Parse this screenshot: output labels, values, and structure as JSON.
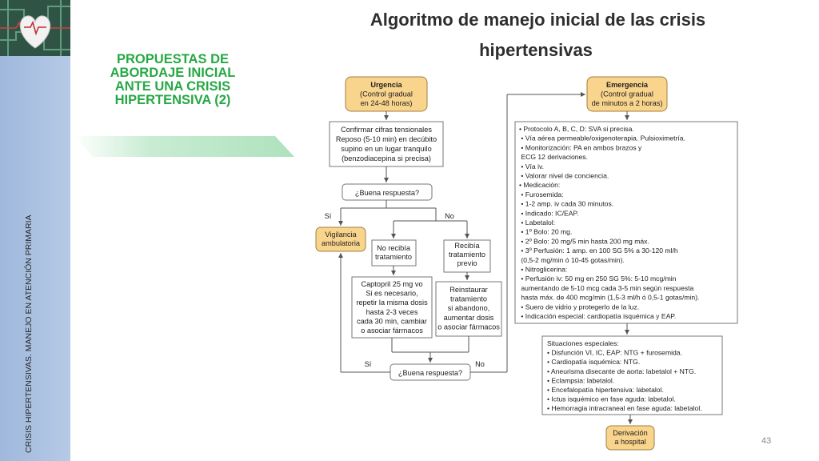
{
  "slide": {
    "title_line1": "Algoritmo de manejo inicial de las crisis",
    "title_line2": "hipertensivas",
    "subtitle": "PROPUESTAS DE ABORDAJE INICIAL ANTE UNA CRISIS HIPERTENSIVA (2)",
    "side_text": "CRISIS HIPERTENSIVAS. MANEJO EN ATENCIÓN PRIMARIA",
    "page_number": "43"
  },
  "flowchart": {
    "urgencia": [
      "Urgencia",
      "(Control gradual",
      "en 24-48 horas)"
    ],
    "confirmar": [
      "Confirmar cifras tensionales",
      "Reposo (5-10 min) en decúbito",
      "supino en un lugar tranquilo",
      "(benzodiacepina si precisa)"
    ],
    "buena_respuesta_1": "¿Buena respuesta?",
    "si_1": "Sí",
    "no_1": "No",
    "vigilancia": [
      "Vigilancia",
      "ambulatoria"
    ],
    "no_recibia": [
      "No recibía",
      "tratamiento"
    ],
    "recibia": [
      "Recibía",
      "tratamiento",
      "previo"
    ],
    "captopril": [
      "Captopril 25 mg vo",
      "Si es necesario,",
      "repetir la misma dosis",
      "hasta 2-3 veces",
      "cada 30 min, cambiar",
      "o asociar fármacos"
    ],
    "reinstaurar": [
      "Reinstaurar",
      "tratamiento",
      "si abandono,",
      "aumentar dosis",
      "o asociar fármacos"
    ],
    "si_2": "Sí",
    "no_2": "No",
    "buena_respuesta_2": "¿Buena respuesta?",
    "emergencia": [
      "Emergencia",
      "(Control gradual",
      "de minutos a 2 horas)"
    ],
    "protocolo": [
      "• Protocolo A, B, C, D: SVA si precisa.",
      "  • Vía aérea permeable/oxigenoterapia. Pulsioximetría.",
      "  • Monitorización: PA en ambos brazos y",
      "    ECG 12 derivaciones.",
      "  • Vía iv.",
      "  • Valorar nivel de conciencia.",
      "• Medicación:",
      "  • Furosemida:",
      "    • 1-2 amp. iv cada 30 minutos.",
      "    • Indicado: IC/EAP.",
      "  • Labetalol:",
      "    • 1º Bolo: 20 mg.",
      "    • 2º Bolo: 20 mg/5 min hasta 200 mg máx.",
      "    • 3º Perfusión: 1 amp. en 100 SG 5% a 30-120 ml/h",
      "      (0,5-2 mg/min ó 10-45 gotas/min).",
      "  • Nitroglicerina:",
      "    • Perfusión iv: 50 mg en 250 SG 5%: 5-10 mcg/min",
      "      aumentando de 5-10 mcg cada 3-5 min según respuesta",
      "      hasta máx. de 400 mcg/min (1,5-3 ml/h ó 0,5-1 gotas/min).",
      "    • Suero de vidrio y protegerlo de la luz.",
      "    • Indicación especial: cardiopatía isquémica y EAP."
    ],
    "situaciones": [
      "Situaciones especiales:",
      "• Disfunción VI, IC, EAP: NTG + furosemida.",
      "• Cardiopatía isquémica: NTG.",
      "• Aneurisma disecante de aorta: labetalol + NTG.",
      "• Eclampsia: labetalol.",
      "• Encefalopatía hipertensiva: labetalol.",
      "• Ictus isquémico en fase aguda: labetalol.",
      "• Hemorragia intracraneal en fase aguda: labetalol."
    ],
    "derivacion": [
      "Derivación",
      "a hospital"
    ]
  }
}
